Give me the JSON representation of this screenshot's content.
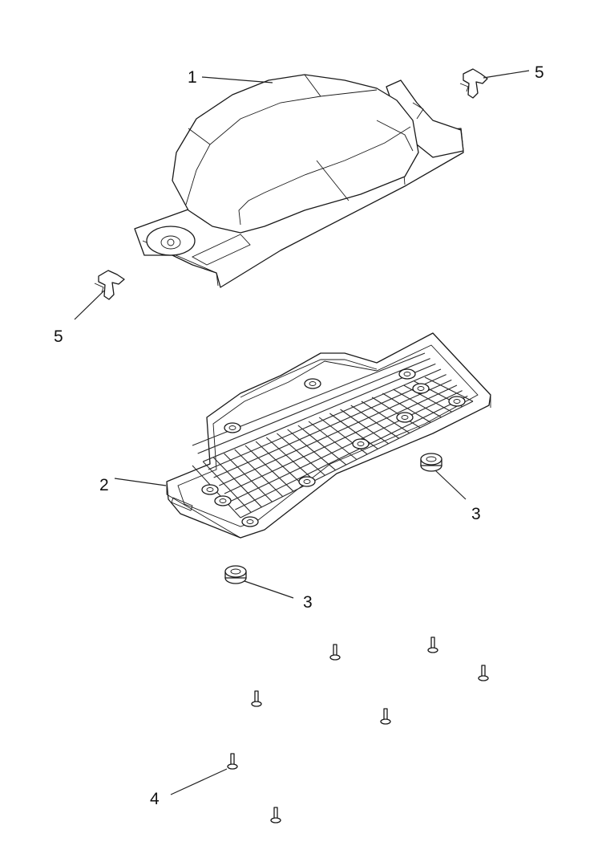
{
  "diagram": {
    "callouts": [
      {
        "id": "c1",
        "label": "1"
      },
      {
        "id": "c5a",
        "label": "5"
      },
      {
        "id": "c5b",
        "label": "5"
      },
      {
        "id": "c2",
        "label": "2"
      },
      {
        "id": "c3a",
        "label": "3"
      },
      {
        "id": "c3b",
        "label": "3"
      },
      {
        "id": "c4",
        "label": "4"
      }
    ],
    "colors": {
      "line": "#1a1a1a",
      "background": "#ffffff"
    }
  }
}
